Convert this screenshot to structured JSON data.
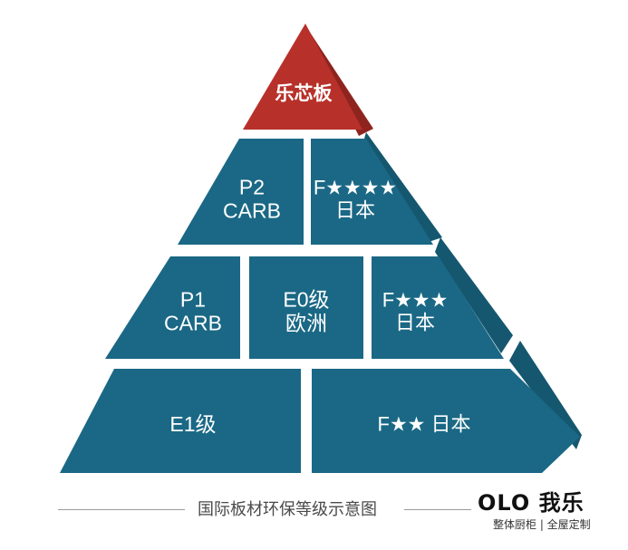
{
  "colors": {
    "tier_main": "#1a6885",
    "tier_side": "#15576f",
    "top_main": "#b7312a",
    "top_side": "#8f241f"
  },
  "tiers": {
    "top": {
      "label": "乐芯板"
    },
    "level2": {
      "left": [
        "P2",
        "CARB"
      ],
      "right": [
        "F★★★★",
        "日本"
      ]
    },
    "level3": {
      "left": [
        "P1",
        "CARB"
      ],
      "middle": [
        "E0级",
        "欧洲"
      ],
      "right": [
        "F★★★",
        "日本"
      ]
    },
    "level4": {
      "left": "E1级",
      "right": "F★★ 日本"
    }
  },
  "caption": "国际板材环保等级示意图",
  "logo": {
    "brand": "OLO 我乐",
    "slogan": "整体厨柜 | 全屋定制"
  }
}
